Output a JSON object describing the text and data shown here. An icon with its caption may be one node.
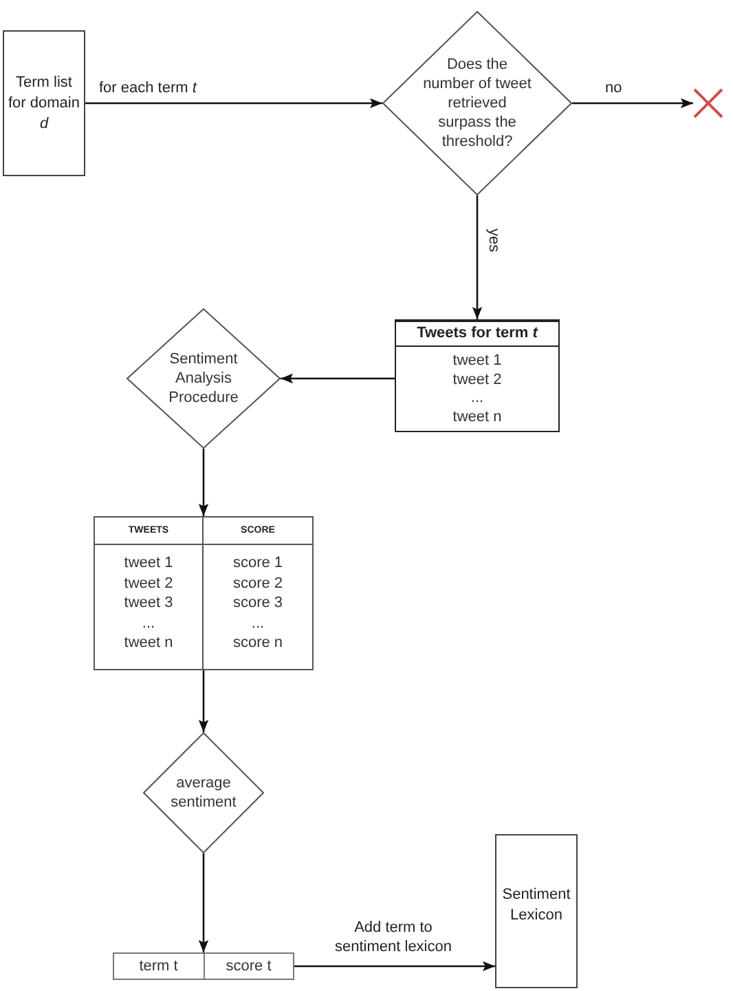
{
  "diagram": {
    "nodes": [
      {
        "text": [
          "Term list for domain *d*"
        ]
      },
      {
        "text": [
          "Does the number of tweet retrieved surpass the threshold?"
        ]
      },
      {
        "text": [],
        "shape": "cross"
      },
      {
        "text": [
          "Tweets for term *t*",
          "tweet 1",
          "tweet 2",
          "...",
          "tweet n"
        ]
      },
      {
        "text": [
          "Sentiment Analysis Procedure"
        ]
      },
      {
        "text": [
          "TWEETS",
          "tweet 1",
          "tweet 2",
          "tweet 3",
          "...",
          "tweet n",
          "SCORE",
          "score 1",
          "score 2",
          "score 3",
          "...",
          "score n"
        ]
      },
      {
        "text": [
          "average sentiment"
        ]
      },
      {
        "text": [
          "term t",
          "score t"
        ]
      },
      {
        "text": [
          "Sentiment Lexicon"
        ]
      }
    ],
    "edges": [
      {
        "from": 0,
        "to": 1,
        "arrow": "to",
        "label": "for each term *t*"
      },
      {
        "from": 1,
        "to": 2,
        "arrow": "to",
        "label": "no"
      },
      {
        "from": 1,
        "to": 3,
        "arrow": "to",
        "label": "yes"
      },
      {
        "from": 3,
        "to": 4,
        "arrow": "to"
      },
      {
        "from": 4,
        "to": 5,
        "arrow": "to"
      },
      {
        "from": 5,
        "to": 6,
        "arrow": "to"
      },
      {
        "from": 6,
        "to": 7,
        "arrow": "to"
      },
      {
        "from": 7,
        "to": 8,
        "arrow": "to",
        "label": "Add term to sentiment lexicon"
      }
    ]
  }
}
